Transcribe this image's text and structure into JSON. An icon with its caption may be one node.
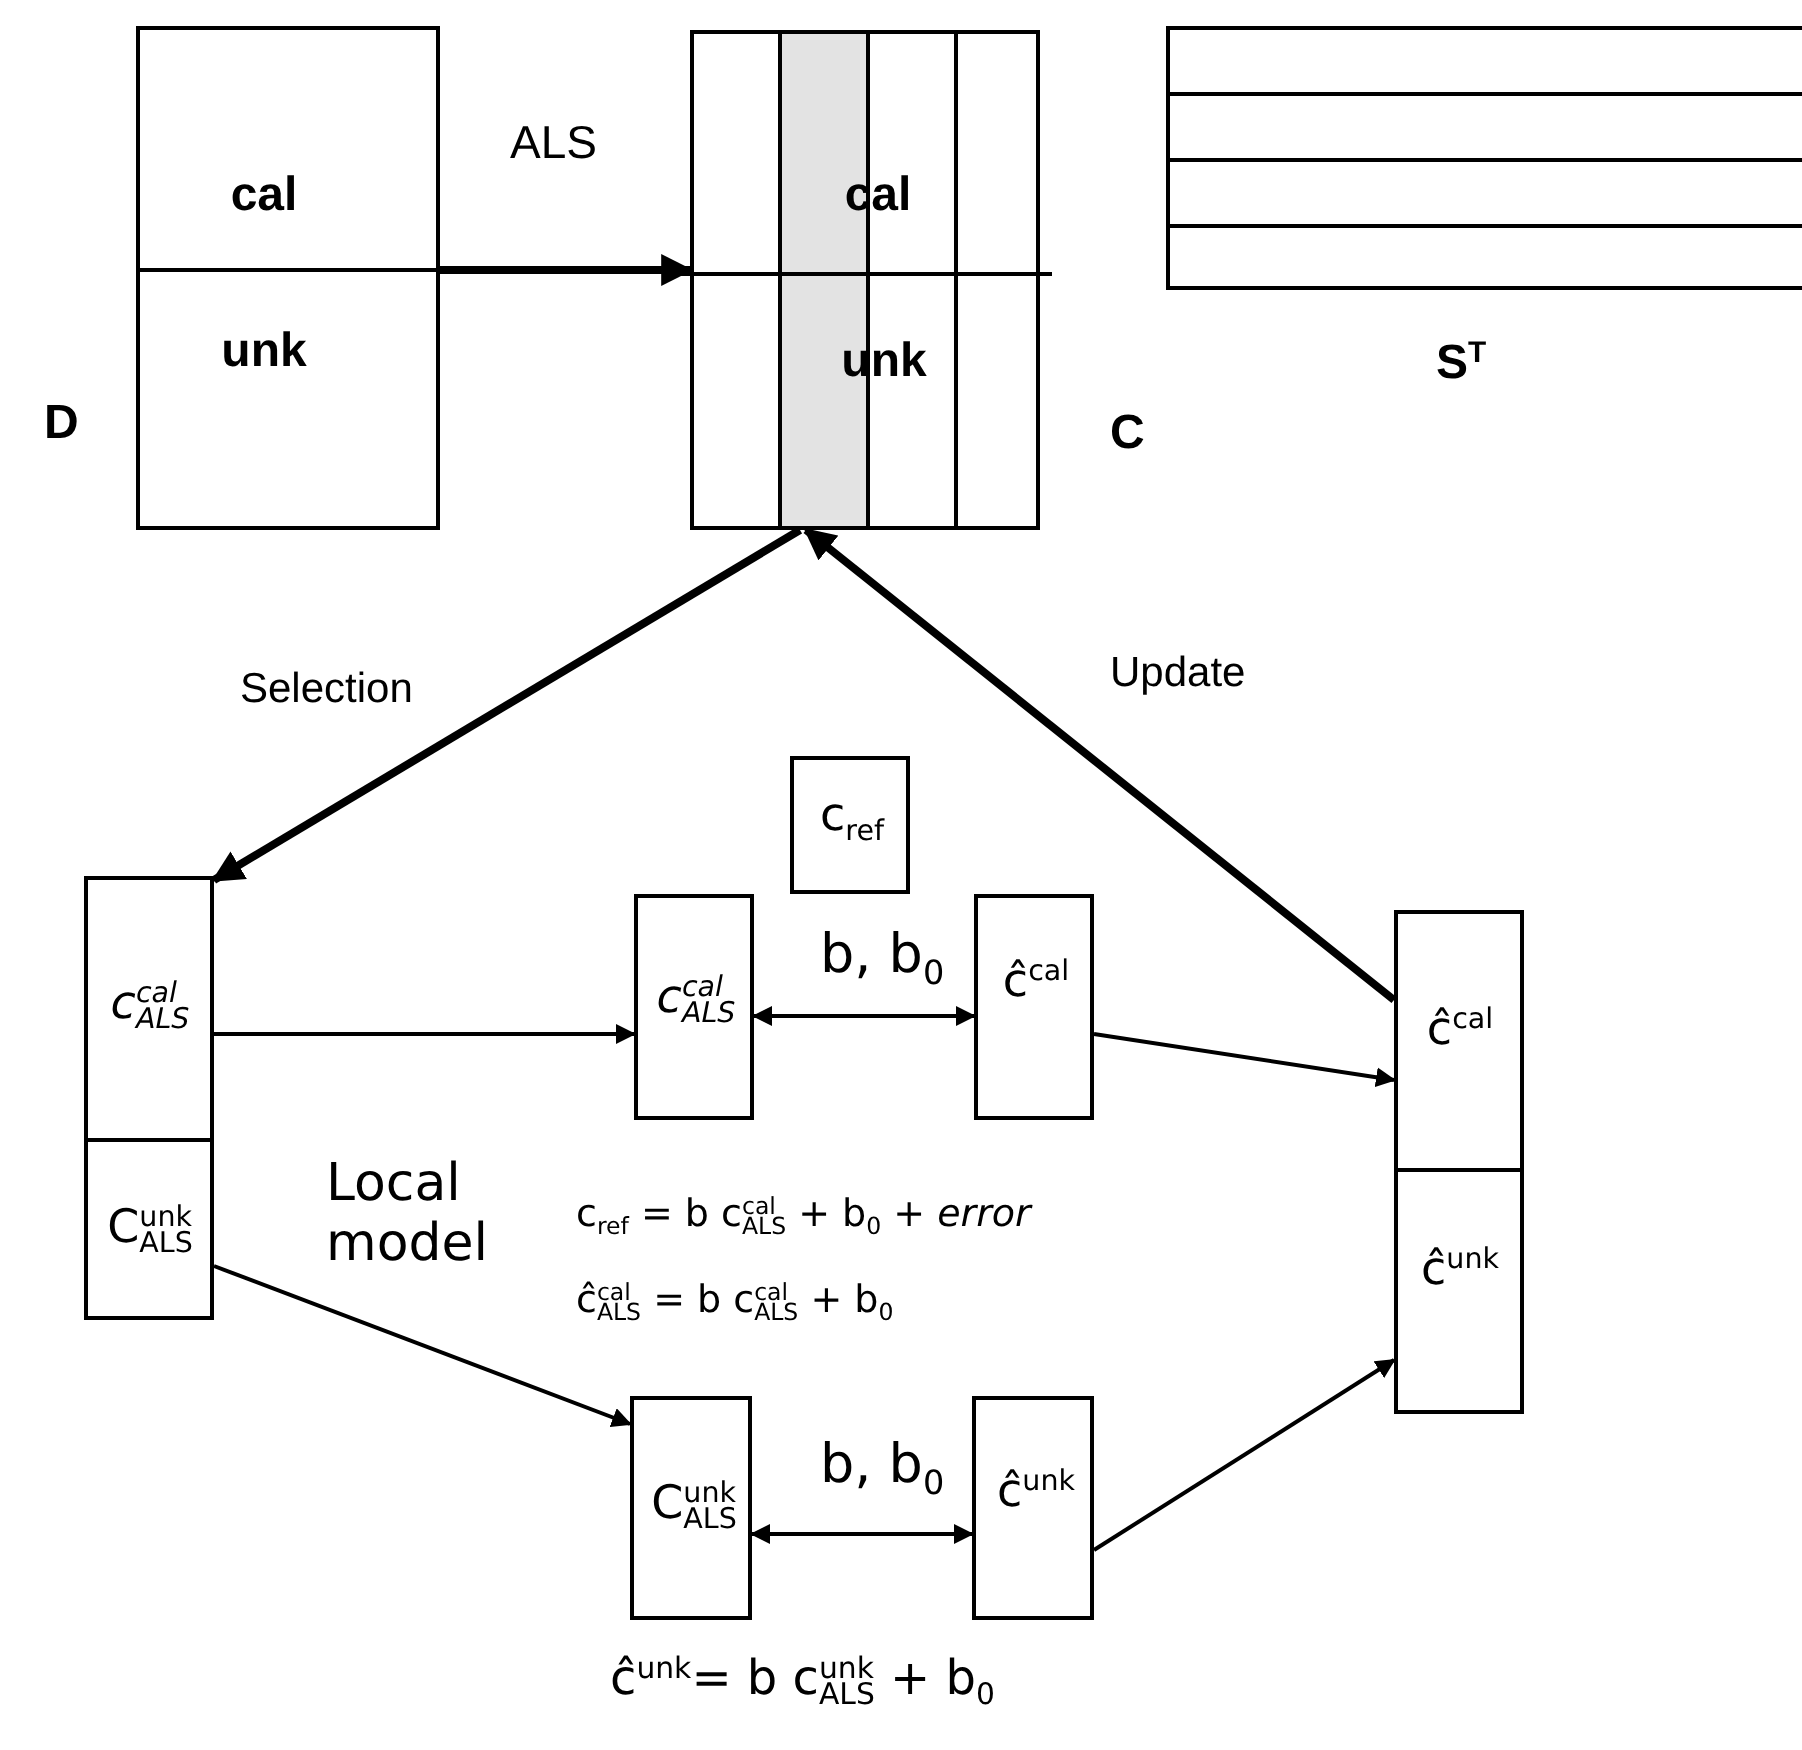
{
  "diagram": {
    "nodes": [
      {
        "text": [
          "cal",
          "unk"
        ],
        "beside": [
          "D"
        ]
      },
      {
        "text": [
          "cal",
          "unk"
        ],
        "beside": [
          "C"
        ]
      },
      {
        "text": [],
        "shape": "box",
        "beside": [
          "S$^{T}$"
        ]
      },
      {
        "text": [
          "c$^{cal}$$_{ALS}$",
          "C$^{unk}$$_{ALS}$"
        ]
      },
      {
        "text": [
          "c$_{ref}$"
        ]
      },
      {
        "text": [
          "c$^{cal}$$_{ALS}$"
        ]
      },
      {
        "text": [
          "ĉ$^{cal}$"
        ]
      },
      {
        "text": [
          "C$^{unk}$$_{ALS}$"
        ]
      },
      {
        "text": [
          "ĉ$^{unk}$"
        ]
      },
      {
        "text": [
          "ĉ$^{cal}$",
          "ĉ$^{unk}$"
        ]
      }
    ],
    "edges": [
      {
        "from": 0,
        "to": 1,
        "arrow": "to",
        "label": "ALS",
        "style": "thick"
      },
      {
        "from": 1,
        "to": 3,
        "arrow": "to",
        "label": "Selection",
        "style": "thick"
      },
      {
        "from": 9,
        "to": 1,
        "arrow": "to",
        "label": "Update",
        "style": "thick"
      },
      {
        "from": 3,
        "to": 5,
        "arrow": "to"
      },
      {
        "from": 3,
        "to": 7,
        "arrow": "to"
      },
      {
        "from": 5,
        "to": 6,
        "arrow": "both",
        "label": "b, b$_{0}$"
      },
      {
        "from": 7,
        "to": 8,
        "arrow": "both",
        "label": "b, b$_{0}$"
      },
      {
        "from": 6,
        "to": 9,
        "arrow": "to"
      },
      {
        "from": 8,
        "to": 9,
        "arrow": "to"
      }
    ],
    "labels": [
      "Local model",
      "c$_{ref}$ = b c$^{cal}$$_{ALS}$ + b$_{0}$ + *error*",
      "ĉ$^{cal}$$_{ALS}$ = b c$^{cal}$$_{ALS}$ + b$_{0}$",
      "ĉ$^{unk}$= b c$^{unk}$$_{ALS}$ + b$_{0}$"
    ]
  }
}
